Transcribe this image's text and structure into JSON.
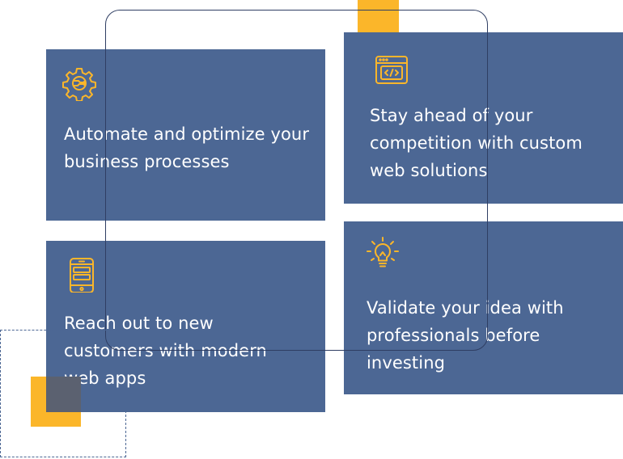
{
  "colors": {
    "card_bg": "#4c6794",
    "accent": "#fbb62a",
    "outline": "#2f3e63",
    "text": "#ffffff"
  },
  "cards": [
    {
      "icon": "gear-circuit-icon",
      "text": "Automate and optimize your business processes"
    },
    {
      "icon": "code-window-icon",
      "text": "Stay ahead of your competition with custom web solutions"
    },
    {
      "icon": "mobile-app-icon",
      "text": "Reach out to new customers with modern web apps"
    },
    {
      "icon": "lightbulb-icon",
      "text": "Validate your idea with professionals before investing"
    }
  ]
}
